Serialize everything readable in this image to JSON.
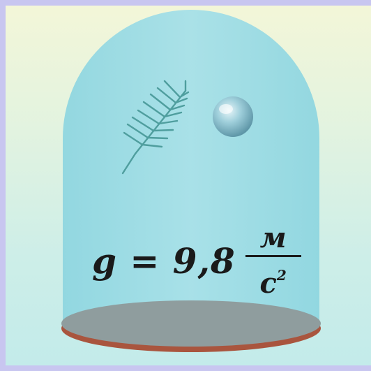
{
  "formula": {
    "lhs": "g = 9,8",
    "numerator": "м",
    "denominator": "с",
    "exponent": "2"
  },
  "colors": {
    "bell_jar": "#9fdde6",
    "base_top": "#8f9d9e",
    "base_rim": "#a9553e",
    "feather": "#4f9e9e",
    "ball": "#7eb9c9",
    "text": "#1a1a1a"
  },
  "objects": {
    "feather": "feather-icon",
    "ball": "ball-icon"
  }
}
